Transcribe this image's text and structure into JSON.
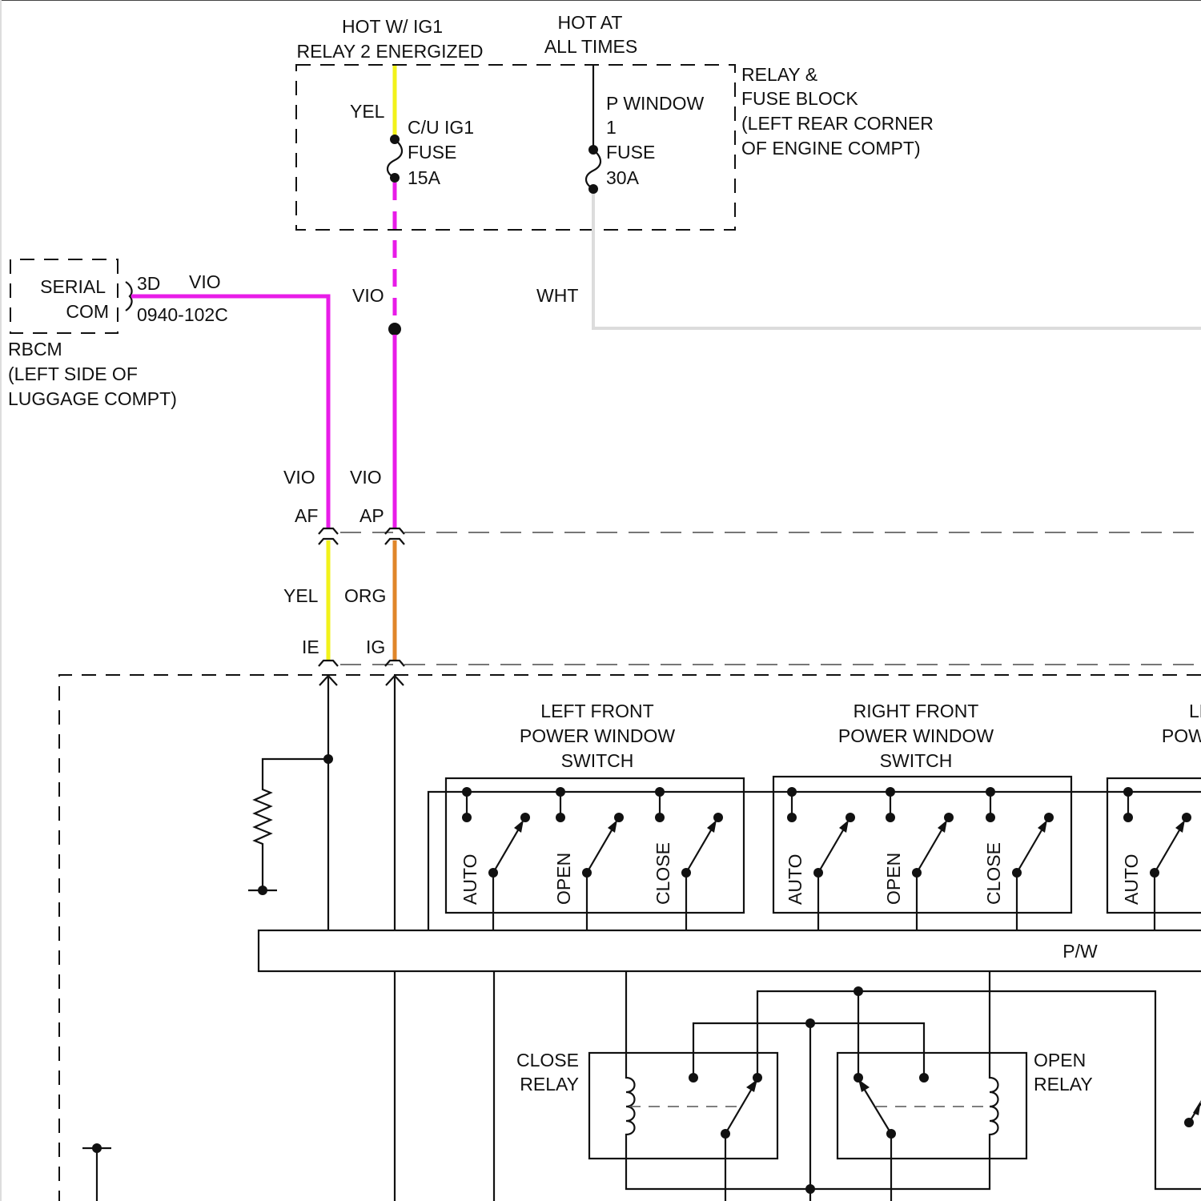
{
  "colors": {
    "vio": "#e81ce8",
    "yel": "#f2f21a",
    "org": "#e0862a",
    "wht": "#dcdcdc",
    "black": "#111111"
  },
  "fuse_block": {
    "hot_ig1_line1": "HOT W/ IG1",
    "hot_ig1_line2": "RELAY 2 ENERGIZED",
    "hot_all_line1": "HOT AT",
    "hot_all_line2": "ALL TIMES",
    "label_line1": "RELAY &",
    "label_line2": "FUSE BLOCK",
    "label_line3": "(LEFT REAR CORNER",
    "label_line4": "OF ENGINE COMPT)",
    "fuse_cu": {
      "wire": "YEL",
      "line1": "C/U IG1",
      "line2": "FUSE",
      "line3": "15A"
    },
    "fuse_pw": {
      "line1": "P WINDOW",
      "line2": "1",
      "line3": "FUSE",
      "line4": "30A"
    }
  },
  "rbcm": {
    "box_line1": "SERIAL",
    "box_line2": "COM",
    "pin": "3D",
    "wire": "VIO",
    "connector": "0940-102C",
    "label_line1": "RBCM",
    "label_line2": "(LEFT SIDE OF",
    "label_line3": "LUGGAGE COMPT)"
  },
  "wires": {
    "vio_mid": "VIO",
    "wht": "WHT",
    "af_wire": "VIO",
    "ap_wire": "VIO",
    "af_pin": "AF",
    "ap_pin": "AP",
    "ie_wire": "YEL",
    "ig_wire": "ORG",
    "ie_pin": "IE",
    "ig_pin": "IG"
  },
  "switches": [
    {
      "title_line1": "LEFT FRONT",
      "title_line2": "POWER WINDOW",
      "title_line3": "SWITCH",
      "contacts": [
        "AUTO",
        "OPEN",
        "CLOSE"
      ]
    },
    {
      "title_line1": "RIGHT FRONT",
      "title_line2": "POWER WINDOW",
      "title_line3": "SWITCH",
      "contacts": [
        "AUTO",
        "OPEN",
        "CLOSE"
      ]
    },
    {
      "title_line1": "LEFT REAR",
      "title_line2": "POWER WINDOW",
      "title_line3": "SWITCH",
      "contacts": [
        "AUTO"
      ]
    }
  ],
  "module": {
    "label": "P/W"
  },
  "relays": {
    "close_line1": "CLOSE",
    "close_line2": "RELAY",
    "open_line1": "OPEN",
    "open_line2": "RELAY"
  }
}
